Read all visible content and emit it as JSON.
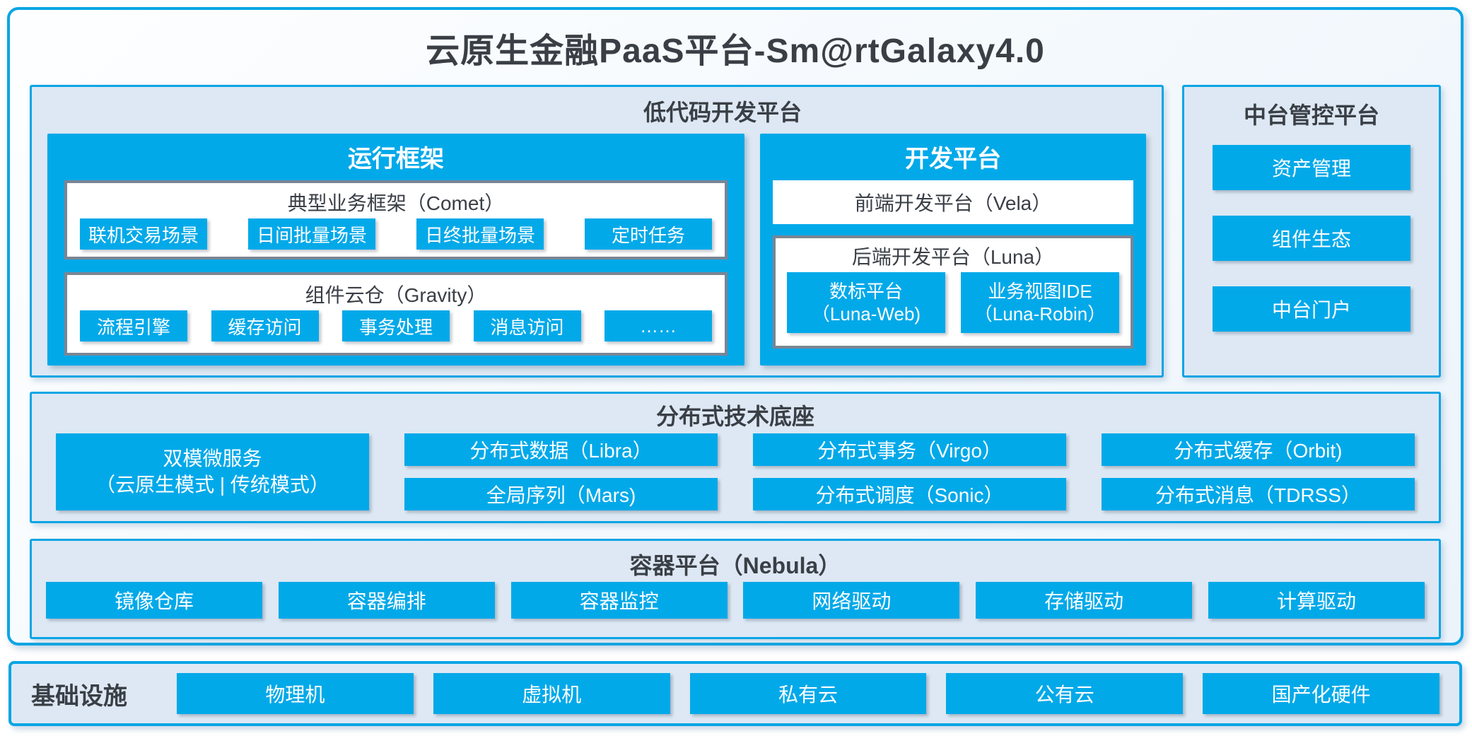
{
  "title": "云原生金融PaaS平台-Sm@rtGalaxy4.0",
  "colors": {
    "accent": "#02a9e9",
    "panel_bg": "#dde8f4",
    "dark_text": "#3a3f46",
    "gray_border": "#7b8593"
  },
  "low_code": {
    "header": "低代码开发平台",
    "runtime": {
      "title": "运行框架",
      "comet": {
        "title": "典型业务框架（Comet）",
        "items": [
          "联机交易场景",
          "日间批量场景",
          "日终批量场景",
          "定时任务"
        ]
      },
      "gravity": {
        "title": "组件云仓（Gravity）",
        "items": [
          "流程引擎",
          "缓存访问",
          "事务处理",
          "消息访问",
          "……"
        ]
      }
    },
    "dev": {
      "title": "开发平台",
      "vela": "前端开发平台（Vela）",
      "luna": {
        "title": "后端开发平台（Luna）",
        "items": [
          {
            "line1": "数标平台",
            "line2": "（Luna-Web)"
          },
          {
            "line1": "业务视图IDE",
            "line2": "（Luna-Robin）"
          }
        ]
      }
    }
  },
  "mid_platform": {
    "header": "中台管控平台",
    "items": [
      "资产管理",
      "组件生态",
      "中台门户"
    ]
  },
  "distributed": {
    "header": "分布式技术底座",
    "dual_mode": {
      "line1": "双模微服务",
      "line2": "（云原生模式 | 传统模式）"
    },
    "row1": [
      "分布式数据（Libra）",
      "分布式事务（Virgo）",
      "分布式缓存（Orbit)"
    ],
    "row2": [
      "全局序列（Mars)",
      "分布式调度（Sonic）",
      "分布式消息（TDRSS）"
    ]
  },
  "container_platform": {
    "header": "容器平台（Nebula）",
    "items": [
      "镜像仓库",
      "容器编排",
      "容器监控",
      "网络驱动",
      "存储驱动",
      "计算驱动"
    ]
  },
  "infrastructure": {
    "header": "基础设施",
    "items": [
      "物理机",
      "虚拟机",
      "私有云",
      "公有云",
      "国产化硬件"
    ]
  }
}
